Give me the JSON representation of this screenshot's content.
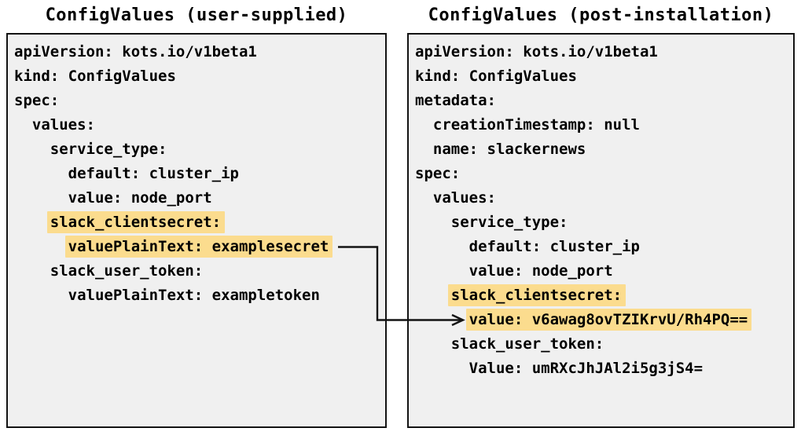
{
  "colors": {
    "highlight": "#fbdc8e",
    "panel-bg": "#f0f0f0",
    "border": "#131313",
    "text": "#000000"
  },
  "left_panel": {
    "title": "ConfigValues (user-supplied)",
    "lines": [
      {
        "indent": "",
        "text": "apiVersion: kots.io/v1beta1",
        "hl": false
      },
      {
        "indent": "",
        "text": "kind: ConfigValues",
        "hl": false
      },
      {
        "indent": "",
        "text": "spec:",
        "hl": false
      },
      {
        "indent": "  ",
        "text": "values:",
        "hl": false
      },
      {
        "indent": "    ",
        "text": "service_type:",
        "hl": false
      },
      {
        "indent": "      ",
        "text": "default: cluster_ip",
        "hl": false
      },
      {
        "indent": "      ",
        "text": "value: node_port",
        "hl": false
      },
      {
        "indent": "    ",
        "text": "slack_clientsecret:",
        "hl": true
      },
      {
        "indent": "      ",
        "text": "valuePlainText: examplesecret",
        "hl": true
      },
      {
        "indent": "    ",
        "text": "slack_user_token:",
        "hl": false
      },
      {
        "indent": "      ",
        "text": "valuePlainText: exampletoken",
        "hl": false
      }
    ]
  },
  "right_panel": {
    "title": "ConfigValues (post-installation)",
    "lines": [
      {
        "indent": "",
        "text": "apiVersion: kots.io/v1beta1",
        "hl": false
      },
      {
        "indent": "",
        "text": "kind: ConfigValues",
        "hl": false
      },
      {
        "indent": "",
        "text": "metadata:",
        "hl": false
      },
      {
        "indent": "  ",
        "text": "creationTimestamp: null",
        "hl": false
      },
      {
        "indent": "  ",
        "text": "name: slackernews",
        "hl": false
      },
      {
        "indent": "",
        "text": "spec:",
        "hl": false
      },
      {
        "indent": "  ",
        "text": "values:",
        "hl": false
      },
      {
        "indent": "    ",
        "text": "service_type:",
        "hl": false
      },
      {
        "indent": "      ",
        "text": "default: cluster_ip",
        "hl": false
      },
      {
        "indent": "      ",
        "text": "value: node_port",
        "hl": false
      },
      {
        "indent": "    ",
        "text": "slack_clientsecret:",
        "hl": true
      },
      {
        "indent": "      ",
        "text": "value: v6awag8ovTZIKrvU/Rh4PQ==",
        "hl": true
      },
      {
        "indent": "    ",
        "text": "slack_user_token:",
        "hl": false
      },
      {
        "indent": "      ",
        "text": "Value: umRXcJhJAl2i5g3jS4=",
        "hl": false
      }
    ]
  },
  "arrow": {
    "from": "valuePlainText: examplesecret",
    "to": "value: v6awag8ovTZIKrvU/Rh4PQ=="
  }
}
